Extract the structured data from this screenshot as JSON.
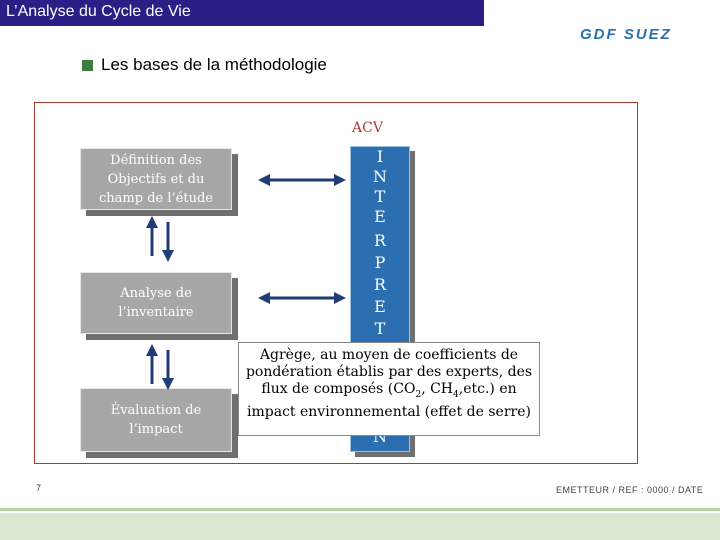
{
  "header": {
    "title": "L’Analyse du Cycle de Vie",
    "logo_text": "GDF SUEZ"
  },
  "subtitle": "Les bases de la méthodologie",
  "diagram": {
    "acv_label": "ACV",
    "boxes": [
      {
        "lines": [
          "Définition des",
          "Objectifs et du",
          "champ de l’étude"
        ]
      },
      {
        "lines": [
          "Analyse de",
          "l’inventaire"
        ]
      },
      {
        "lines": [
          "Évaluation de",
          "l’impact"
        ]
      }
    ],
    "interpretation_letters": [
      "I",
      "N",
      "T",
      "E",
      "R",
      "P",
      "R",
      "E",
      "T"
    ],
    "interpretation_last_letter": "N"
  },
  "tooltip": {
    "line1": "Agrège, au moyen de coefficients de",
    "line2": "pondération établis par des experts, des",
    "line3_pre": "flux de composés (CO",
    "line3_sub1": "2",
    "line3_mid": ", CH",
    "line3_sub2": "4",
    "line3_post": ",etc.) en",
    "line4": "impact environnemental (effet de serre)"
  },
  "footer": {
    "page_number": "7",
    "reference": "EMETTEUR / REF : 0000 / DATE"
  },
  "colors": {
    "title_bar": "#2a1f86",
    "interpretation_box": "#2c6fb0",
    "frame_border": "#b0392c",
    "bullet": "#3f7d3f"
  }
}
